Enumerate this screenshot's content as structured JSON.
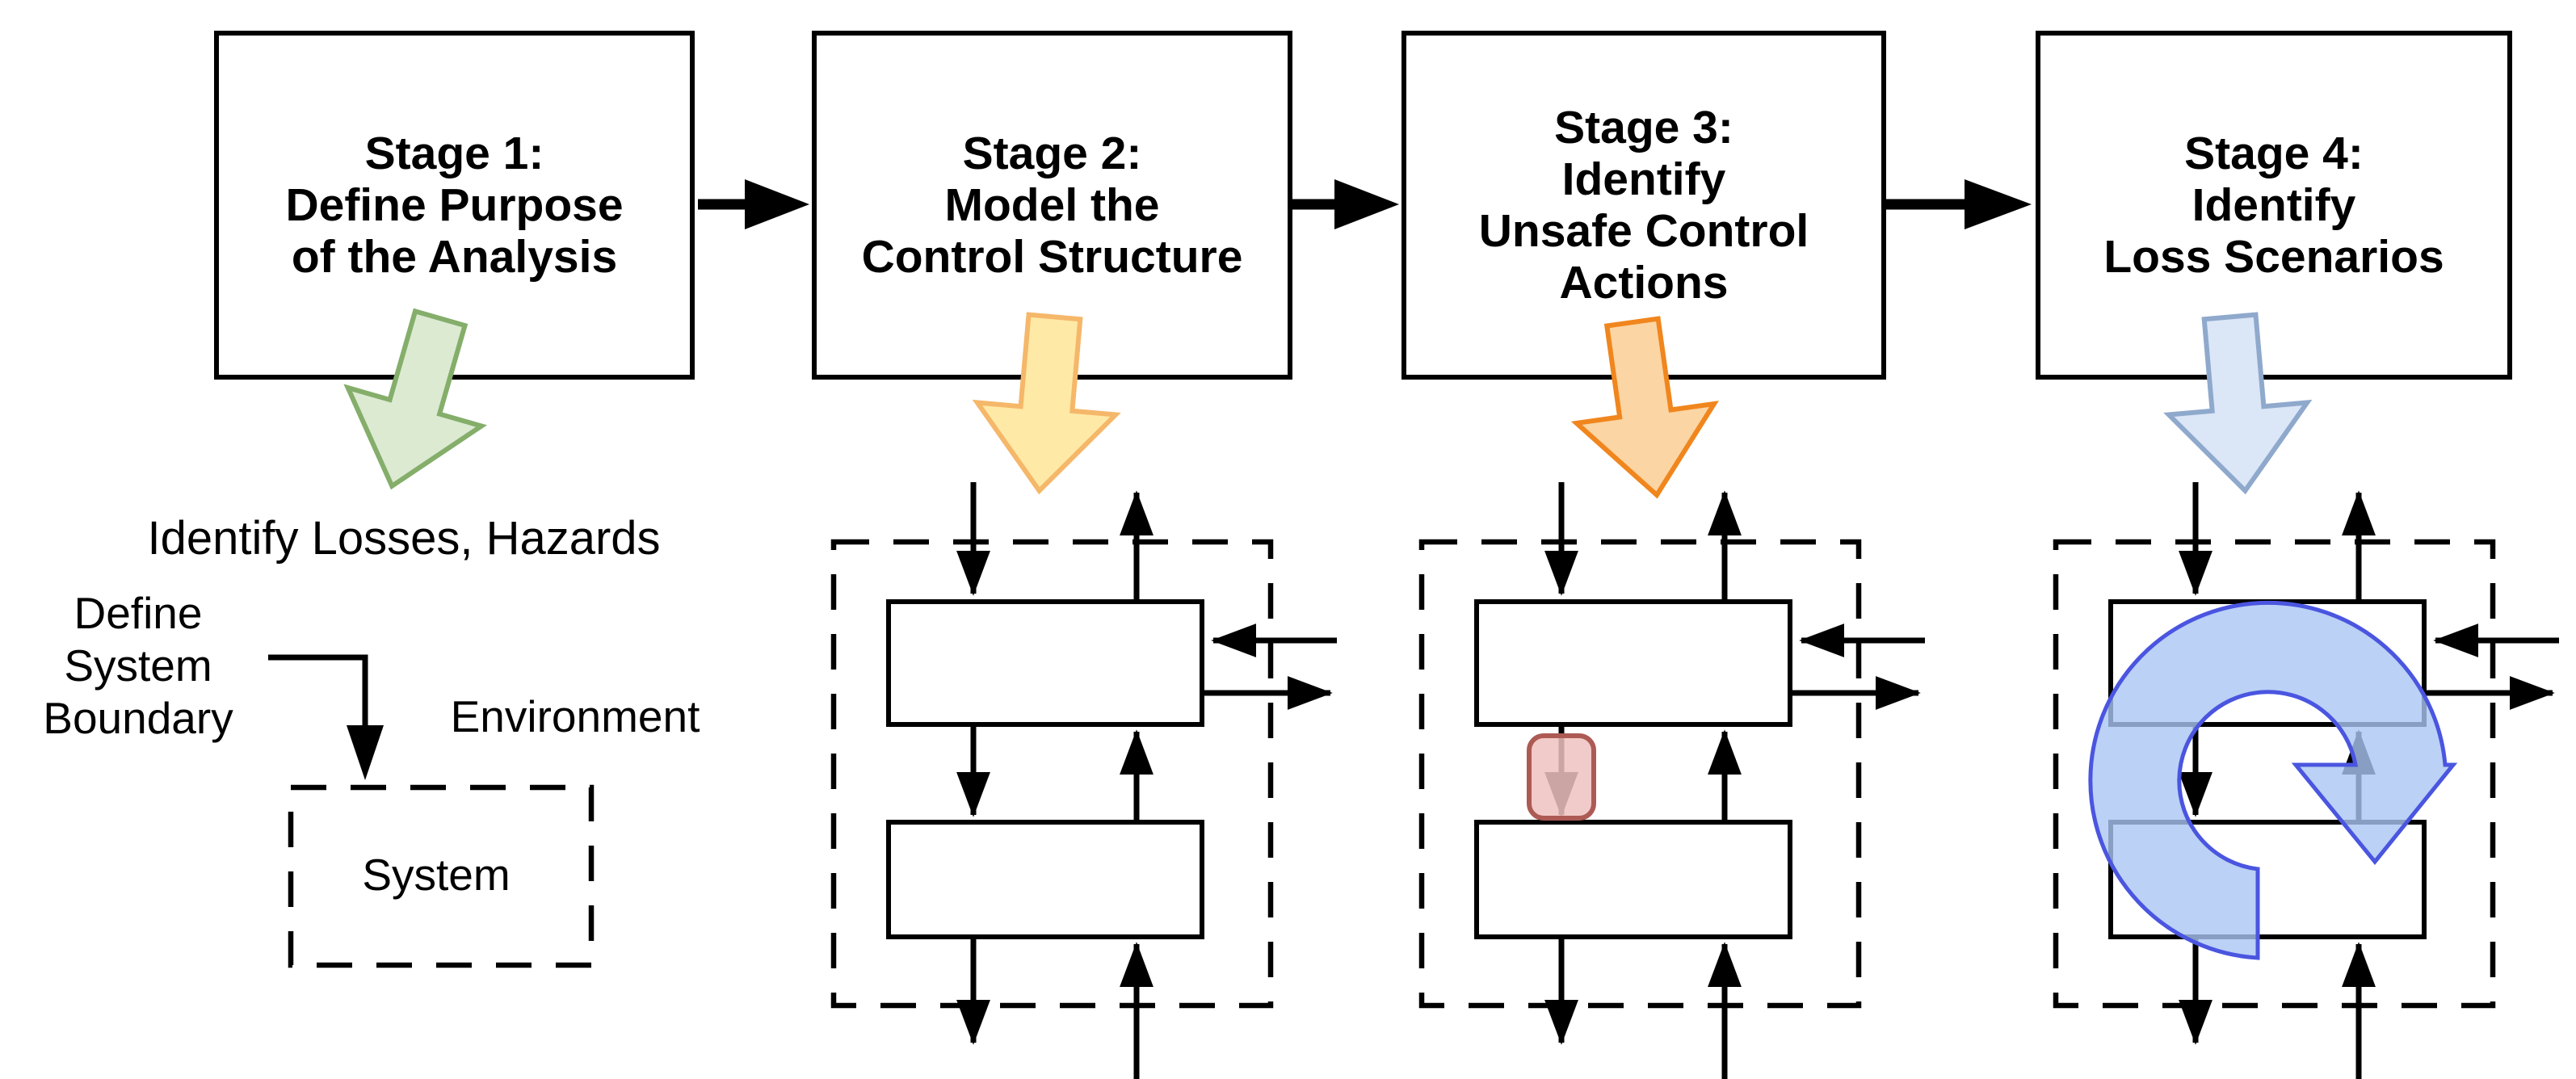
{
  "figure": {
    "title": "STPA four-stage process diagram",
    "stages": [
      {
        "title_lines": [
          "Stage 1:",
          "Define Purpose",
          "of the Analysis"
        ],
        "arrow_fill": "#dcead2",
        "arrow_stroke": "#84ae6a"
      },
      {
        "title_lines": [
          "Stage 2:",
          "Model the",
          "Control Structure"
        ],
        "arrow_fill": "#ffe9a6",
        "arrow_stroke": "#f5b769"
      },
      {
        "title_lines": [
          "Stage 3:",
          "Identify",
          "Unsafe Control",
          "Actions"
        ],
        "arrow_fill": "#fbd5a4",
        "arrow_stroke": "#f0861d"
      },
      {
        "title_lines": [
          "Stage 4:",
          "Identify",
          "Loss Scenarios"
        ],
        "arrow_fill": "#dbe6f7",
        "arrow_stroke": "#8fa9cc"
      }
    ],
    "stage1_detail": {
      "losses_label": "Identify Losses, Hazards",
      "boundary_label_lines": [
        "Define",
        "System",
        "Boundary"
      ],
      "environment_label": "Environment",
      "system_label": "System"
    },
    "colors": {
      "line_color": "#000000",
      "uca_highlight_fill": "#eec2bf",
      "uca_highlight_stroke": "#ad5a55",
      "cycle_arrow_fill": "#aac6f2",
      "cycle_arrow_stroke": "#4a55e0"
    }
  }
}
